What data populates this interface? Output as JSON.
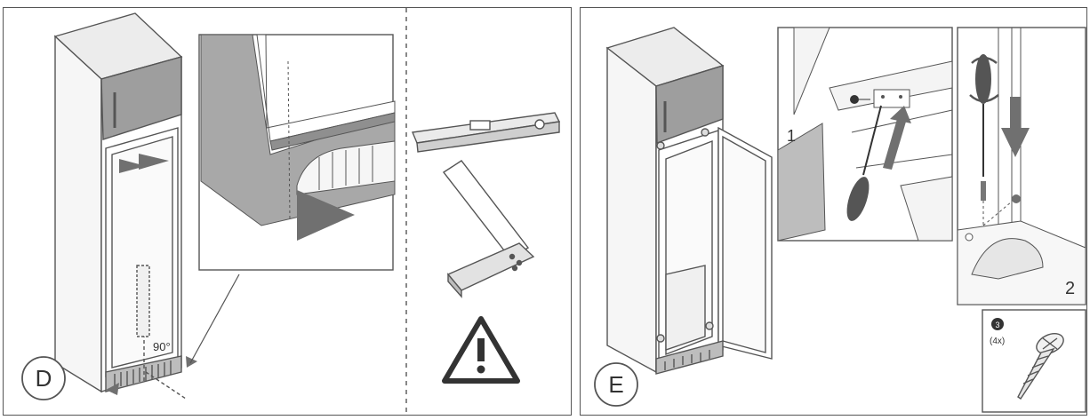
{
  "panel_d": {
    "step_label": "D",
    "angle_label": "90°"
  },
  "panel_e": {
    "step_label": "E",
    "detail_1_label": "1",
    "detail_2_label": "2",
    "callout_number": "3",
    "quantity_label": "(4x)"
  },
  "colors": {
    "outline": "#555555",
    "cabinet_top": "#d9d9d9",
    "cabinet_dark": "#9a9a9a",
    "arrow": "#707070",
    "fill_light": "#f0f0f0"
  },
  "icons": [
    "warning-triangle-icon",
    "spirit-level-icon",
    "try-square-icon",
    "screwdriver-icon",
    "screw-icon"
  ]
}
